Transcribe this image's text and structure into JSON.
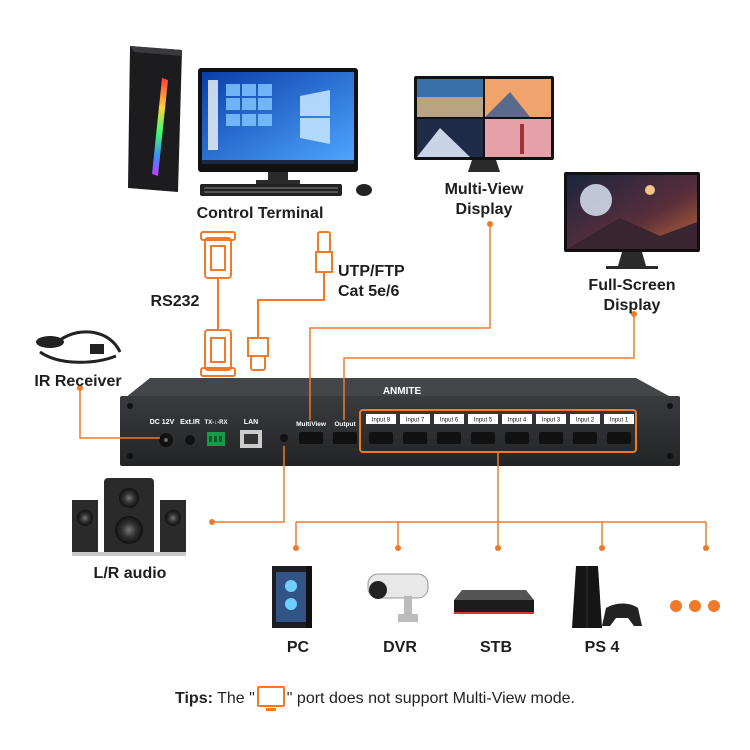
{
  "colors": {
    "accent": "#f07a2a",
    "device": "#2e2f31",
    "text": "#1e1e1e"
  },
  "labels": {
    "control_terminal": "Control Terminal",
    "rs232": "RS232",
    "utp_line1": "UTP/FTP",
    "utp_line2": "Cat 5e/6",
    "multi_view_line1": "Multi-View",
    "multi_view_line2": "Display",
    "full_screen_line1": "Full-Screen",
    "full_screen_line2": "Display",
    "ir_receiver": "IR Receiver",
    "lr_audio": "L/R audio"
  },
  "device_panel": {
    "brand": "ANMITE",
    "dc": "DC 12V",
    "ext_ir": "Ext.IR",
    "txrx": "TX-↓-RX",
    "lan": "LAN",
    "multiview": "MultiView",
    "output": "Output",
    "inputs": [
      "Input 8",
      "Input 7",
      "Input 6",
      "Input 5",
      "Input 4",
      "Input 3",
      "Input 2",
      "Input 1"
    ]
  },
  "sources": [
    "PC",
    "DVR",
    "STB",
    "PS 4"
  ],
  "tips": {
    "prefix": "Tips:",
    "before": " The \"",
    "after": "\" port does not support Multi-View mode."
  }
}
